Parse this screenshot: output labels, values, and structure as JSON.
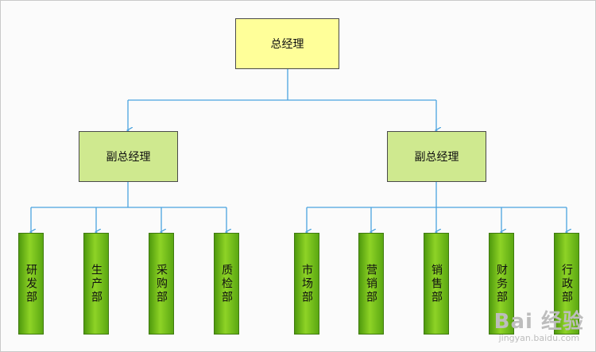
{
  "chart": {
    "ceo": "总经理",
    "vp_left": "副总经理",
    "vp_right": "副总经理",
    "departments_left": [
      "研发部",
      "生产部",
      "采购部",
      "质检部"
    ],
    "departments_right": [
      "市场部",
      "营销部",
      "销售部",
      "财务部",
      "行政部"
    ]
  },
  "colors": {
    "ceo_fill": "#ffff99",
    "vp_fill": "#cfe98f",
    "dept_fill": "#7cc41f",
    "connector": "#4aa3df"
  },
  "watermark": {
    "logo": "Bai 经验",
    "url": "jingyan.baidu.com"
  }
}
